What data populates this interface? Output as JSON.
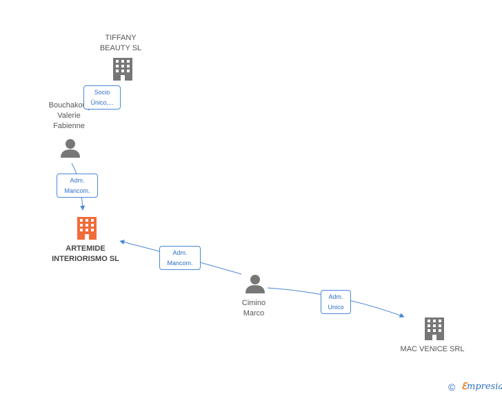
{
  "nodes": {
    "tiffany": {
      "label1": "TIFFANY",
      "label2": "BEAUTY  SL",
      "icon": "building-icon",
      "color": "#777777"
    },
    "bouchakour": {
      "label1": "Bouchakour",
      "label2": "Valerie",
      "label3": "Fabienne",
      "icon": "person-icon",
      "color": "#777777"
    },
    "artemide": {
      "label1": "ARTEMIDE",
      "label2": "INTERIORISMO SL",
      "icon": "building-icon",
      "color": "#f26b3a"
    },
    "cimino": {
      "label1": "Cimino",
      "label2": "Marco",
      "icon": "person-icon",
      "color": "#777777"
    },
    "macvenice": {
      "label1": "MAC VENICE SRL",
      "icon": "building-icon",
      "color": "#777777"
    }
  },
  "edges": {
    "socio": {
      "line1": "Socio",
      "line2": "Único,..."
    },
    "adm1": {
      "line1": "Adm.",
      "line2": "Mancom."
    },
    "adm2": {
      "line1": "Adm.",
      "line2": "Mancom."
    },
    "adm3": {
      "line1": "Adm.",
      "line2": "Unico"
    }
  },
  "colors": {
    "edge": "#4a86d8",
    "accent": "#f26b3a"
  },
  "footer": {
    "copyright": "©",
    "brand_e": "ℇ",
    "brand_rest": "mpresia"
  }
}
